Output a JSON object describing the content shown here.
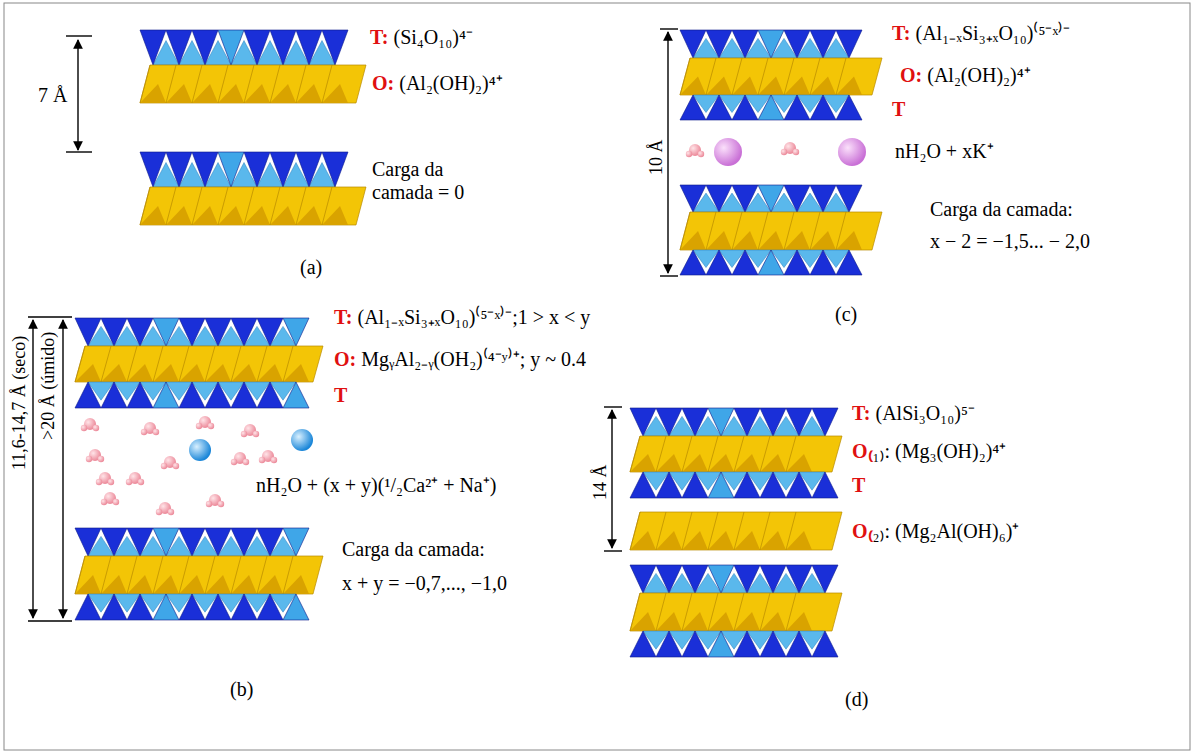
{
  "diagram": {
    "labels": [
      "T: (Si₄O₁₀)⁴⁻",
      "O: (Al₂(OH)₂)⁴⁺",
      "7 Å",
      "Carga da camada = 0",
      "(a)",
      "T: (Al₁₋ₓSi₃₊ₓO₁₀)⁽⁵⁻ˣ⁾⁻",
      "O: (Al₂(OH)₂)⁴⁺",
      "T",
      "10 Å",
      "nH₂O + xK⁺",
      "Carga da camada:",
      "x − 2 = −1,5... − 2,0",
      "(c)",
      "11,6-14,7 Å (seco)",
      ">20 Å (úmido)",
      "T: (Al₁₋ₓSi₃₊ₓO₁₀)⁽⁵⁻ˣ⁾⁻;1 > x < y",
      "O: MgᵧAl₂₋ᵧ(OH₂)⁽⁴⁻ʸ⁾⁺; y ~ 0.4",
      "T",
      "nH₂O + (x + y)(¹/₂Ca²⁺ + Na⁺)",
      "Carga da camada:",
      "x + y = −0,7,..., −1,0",
      "(b)",
      "T: (AlSi₃O₁₀)⁵⁻",
      "O₍₁₎: (Mg₃(OH)₂)⁴⁺",
      "T",
      "14 Å",
      "O₍₂₎: (Mg₂Al(OH)₆)⁺",
      "(d)"
    ]
  }
}
